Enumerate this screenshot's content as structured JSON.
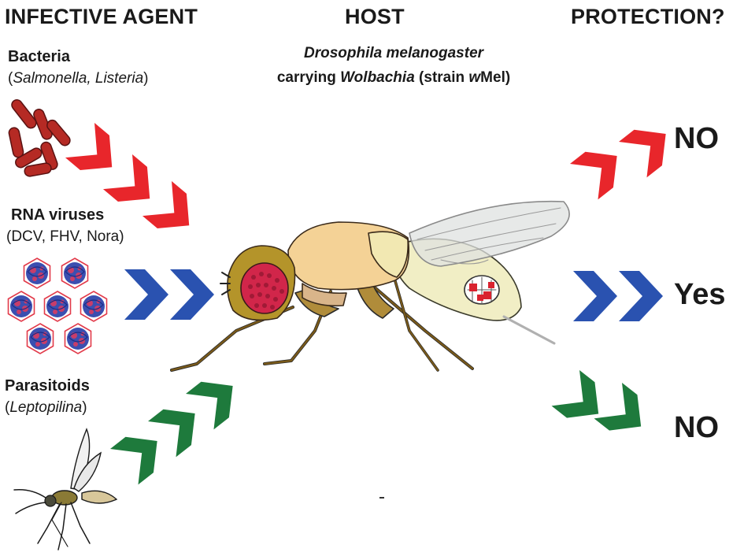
{
  "headers": {
    "agent": "INFECTIVE AGENT",
    "host": "HOST",
    "protection": "PROTECTION?"
  },
  "host": {
    "line1": "Drosophila melanogaster",
    "line2_prefix": "carrying ",
    "line2_genus": "Wolbachia",
    "line2_strain_open": " (strain ",
    "line2_strain_w": "w",
    "line2_strain_rest": "Mel)"
  },
  "agents": [
    {
      "title": "Bacteria",
      "sub_open": "(",
      "sub_italic": "Salmonella, Listeria",
      "sub_close": ")",
      "icon": "bacteria-icon",
      "color": "#e8262b",
      "protection": "NO"
    },
    {
      "title": "RNA viruses",
      "sub": "(DCV, FHV, Nora)",
      "icon": "virus-icon",
      "color": "#2a52b0",
      "protection": "Yes"
    },
    {
      "title": "Parasitoids",
      "sub_open": "(",
      "sub_italic": "Leptopilina",
      "sub_close": ")",
      "icon": "wasp-icon",
      "color": "#1e7a3c",
      "protection": "NO"
    }
  ],
  "icons": [
    "bacteria-icon",
    "virus-icon",
    "wasp-icon",
    "fly-icon",
    "chevron-icon"
  ]
}
